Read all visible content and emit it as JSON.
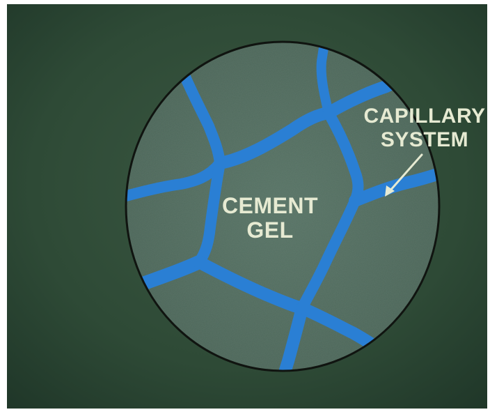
{
  "labels": {
    "center_line1": "CEMENT",
    "center_line2": "GEL",
    "side_line1": "CAPILLARY",
    "side_line2": "SYSTEM"
  },
  "colors": {
    "background": "#2f4a35",
    "circle_fill": "#4f6a5e",
    "circle_stroke": "#101410",
    "channel": "#2a7fd4",
    "channel_dark": "#1f63b0",
    "label": "#e6ead2"
  },
  "icons": {
    "pointer": "arrow-pointer"
  }
}
